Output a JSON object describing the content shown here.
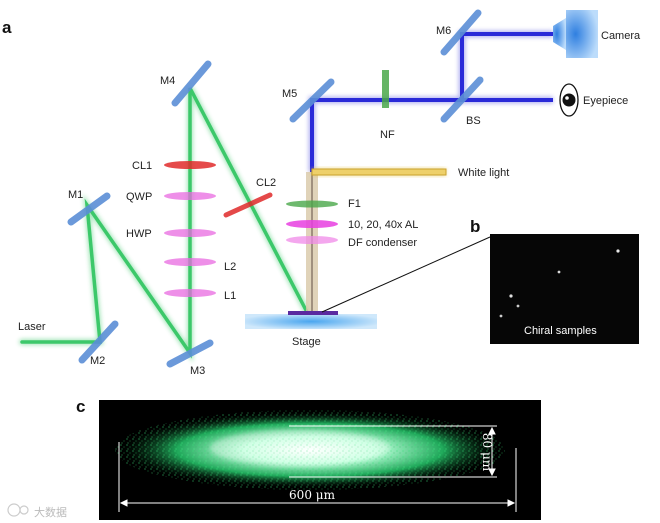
{
  "panels": {
    "a": "a",
    "b": "b",
    "c": "c"
  },
  "components": {
    "M1": "M1",
    "M2": "M2",
    "M3": "M3",
    "M4": "M4",
    "M5": "M5",
    "M6": "M6",
    "laser": "Laser",
    "CL1": "CL1",
    "CL2": "CL2",
    "QWP": "QWP",
    "HWP": "HWP",
    "L1": "L1",
    "L2": "L2",
    "NF": "NF",
    "BS": "BS",
    "F1": "F1",
    "objective": "10, 20, 40x AL",
    "condenser": "DF condenser",
    "white_light": "White light",
    "camera": "Camera",
    "eyepiece": "Eyepiece",
    "stage": "Stage"
  },
  "inset_b": {
    "caption": "Chiral samples"
  },
  "inset_c": {
    "height_label": "80 μm",
    "width_label": "600 μm"
  },
  "watermark": "大数据",
  "colors": {
    "laser_green": "#3cc86a",
    "beam_blue": "#2a2ad8",
    "white_light": "#e8c24a",
    "mirror": "#5b8fd6",
    "lens_red": "#e02a2a",
    "lens_pink": "#e86ae0",
    "filter_green": "#4aa84a"
  }
}
